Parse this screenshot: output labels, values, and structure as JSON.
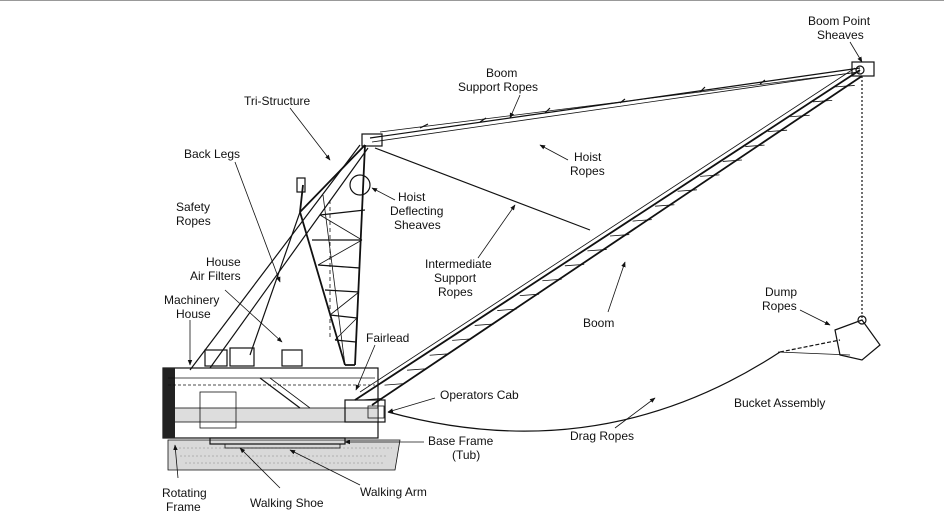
{
  "diagram": {
    "labels": {
      "boom_point_sheaves_1": "Boom Point",
      "boom_point_sheaves_2": "Sheaves",
      "boom_support_ropes_1": "Boom",
      "boom_support_ropes_2": "Support Ropes",
      "tri_structure": "Tri-Structure",
      "back_legs": "Back Legs",
      "hoist_ropes_1": "Hoist",
      "hoist_ropes_2": "Ropes",
      "safety_ropes_1": "Safety",
      "safety_ropes_2": "Ropes",
      "hoist_deflecting_1": "Hoist",
      "hoist_deflecting_2": "Deflecting",
      "hoist_deflecting_3": "Sheaves",
      "house_air_filters_1": "House",
      "house_air_filters_2": "Air Filters",
      "intermediate_1": "Intermediate",
      "intermediate_2": "Support",
      "intermediate_3": "Ropes",
      "machinery_house_1": "Machinery",
      "machinery_house_2": "House",
      "dump_ropes_1": "Dump",
      "dump_ropes_2": "Ropes",
      "fairlead": "Fairlead",
      "boom": "Boom",
      "operators_cab": "Operators Cab",
      "bucket_assembly": "Bucket Assembly",
      "base_frame_1": "Base Frame",
      "base_frame_2": "(Tub)",
      "drag_ropes": "Drag Ropes",
      "rotating_frame_1": "Rotating",
      "rotating_frame_2": "Frame",
      "walking_shoe": "Walking Shoe",
      "walking_arm": "Walking Arm"
    }
  }
}
